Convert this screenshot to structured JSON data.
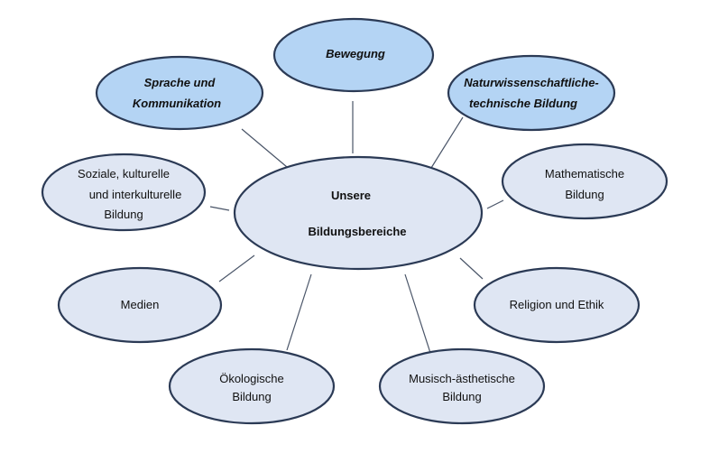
{
  "diagram": {
    "center": {
      "lines": [
        "Unsere",
        "Bildungsbereiche"
      ]
    },
    "nodes": {
      "bewegung": {
        "lines": [
          "Bewegung"
        ]
      },
      "sprache": {
        "lines": [
          "Sprache und",
          "Kommunikation"
        ]
      },
      "natur": {
        "lines": [
          "Naturwissenschaftliche-",
          "technische Bildung"
        ]
      },
      "soziale": {
        "lines": [
          "Soziale, kulturelle",
          "und interkulturelle",
          "Bildung"
        ]
      },
      "mathe": {
        "lines": [
          "Mathematische",
          "Bildung"
        ]
      },
      "medien": {
        "lines": [
          "Medien"
        ]
      },
      "religion": {
        "lines": [
          "Religion und Ethik"
        ]
      },
      "oeko": {
        "lines": [
          "Ökologische",
          "Bildung"
        ]
      },
      "musisch": {
        "lines": [
          "Musisch-ästhetische",
          "Bildung"
        ]
      }
    }
  }
}
